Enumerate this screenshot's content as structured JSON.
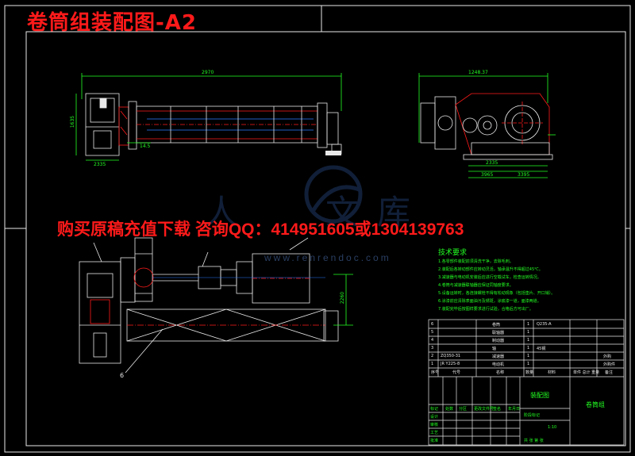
{
  "drawing": {
    "title": "卷筒组装配图-A2",
    "promo_text": "购买原稿充值下载 咨询QQ：414951605或1304139763",
    "watermark_url": "www.renrendoc.com",
    "watermark_chars": [
      "人",
      "文",
      "库"
    ]
  },
  "dimensions": {
    "front_overall": "2970",
    "front_left_height": "1635",
    "front_left_width": "2335",
    "front_small_a": "14.5",
    "side_overall": "1248.37",
    "side_bottom_a": "2335",
    "side_bottom_b": "3965",
    "side_bottom_c": "3395",
    "plan_height": "2260"
  },
  "tech_requirements": {
    "title": "技术要求",
    "items": [
      "1.各零部件装配前须清洗干净，去除毛刺。",
      "2.装配后各转动部件应转动灵活，轴承温升不得超过45℃。",
      "3.减速器与电动机安装后应进行空载试车，检查运转情况。",
      "4.卷筒与减速器联轴器应保证同轴度要求。",
      "5.设备运转时，各连接螺栓不得有松动现象（包括垫片、开口销）。",
      "6.涂漆前应清除表面油污及锈斑，涂底漆一道，面漆两道。",
      "7.装配完毕后按图样要求进行试验，合格后方可出厂。"
    ]
  },
  "parts_list": [
    {
      "no": "6",
      "code": "",
      "name": "卷筒",
      "qty": "1",
      "note": "Q235-A"
    },
    {
      "no": "5",
      "code": "",
      "name": "联轴器",
      "qty": "1",
      "note": ""
    },
    {
      "no": "4",
      "code": "",
      "name": "制动器",
      "qty": "1",
      "note": ""
    },
    {
      "no": "3",
      "code": "",
      "name": "轴",
      "qty": "1",
      "note": "45钢"
    },
    {
      "no": "2",
      "code": "ZQ350-31",
      "name": "减速器",
      "qty": "1",
      "note": "外购"
    },
    {
      "no": "1",
      "code": "JR Y225-8",
      "name": "电动机",
      "qty": "1",
      "note": "外购件"
    }
  ],
  "parts_header": {
    "no": "序号",
    "code": "代号",
    "name": "名称",
    "qty": "数量",
    "material": "材料",
    "weight": "单件 总计 重量",
    "remark": "备注"
  },
  "title_block": {
    "drawing_name": "卷筒组",
    "assembly_label": "装配图",
    "scale": "1:10",
    "sheet": "共 张 第 张",
    "rows": [
      "设计",
      "审核",
      "工艺",
      "批准"
    ],
    "cols": [
      "标记",
      "处数",
      "分区",
      "更改文件号",
      "签名",
      "年月日"
    ],
    "stage_label": "阶段标记"
  },
  "balloon": "6",
  "colors": {
    "background": "#000000",
    "primary": "#ff1a1a",
    "secondary": "#22ff22",
    "line": "#e8e8e8",
    "watermark": "#1f3a66"
  }
}
